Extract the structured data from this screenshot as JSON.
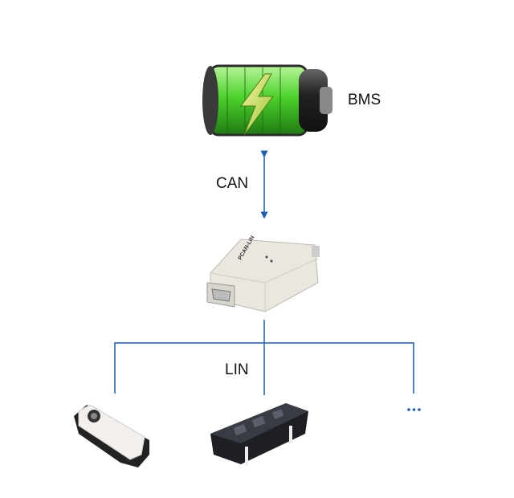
{
  "nodes": {
    "bms": {
      "label": "BMS",
      "icon": "battery-icon"
    },
    "adapter": {
      "icon": "can-lin-adapter-icon",
      "device_text": "PCAN-LIN"
    },
    "lin_devices": [
      {
        "icon": "sensor-module-icon"
      },
      {
        "icon": "window-switch-panel-icon"
      },
      {
        "label": "..."
      }
    ]
  },
  "links": {
    "can": {
      "label": "CAN"
    },
    "lin": {
      "label": "LIN"
    }
  },
  "colors": {
    "line": "#1a5fb4",
    "battery_green": "#4cd22c"
  }
}
